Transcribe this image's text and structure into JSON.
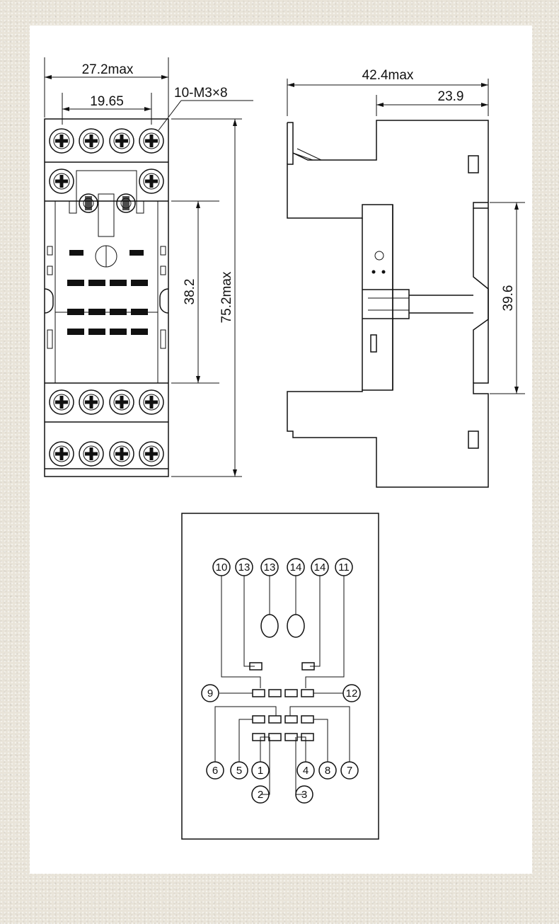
{
  "dimensions": {
    "front_width": "27.2max",
    "terminal_pitch": "19.65",
    "screw_spec": "10-M3×8",
    "relay_area_height": "38.2",
    "overall_height": "75.2max",
    "side_width": "42.4max",
    "side_partial": "23.9",
    "rail_height": "39.6"
  },
  "pins": {
    "top": [
      "10",
      "13",
      "13",
      "14",
      "14",
      "11"
    ],
    "left": "9",
    "right": "12",
    "bottom_row": [
      "6",
      "5",
      "1",
      "4",
      "8",
      "7"
    ],
    "bottom_low": [
      "2",
      "3"
    ]
  },
  "colors": {
    "line": "#111111",
    "sheet": "#ffffff",
    "background": "#e9e4d9"
  }
}
